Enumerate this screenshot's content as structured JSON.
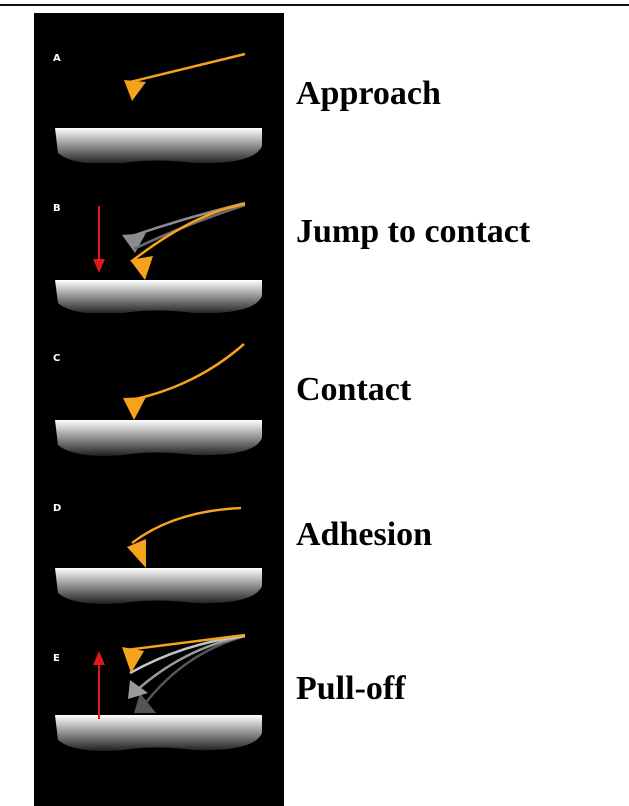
{
  "colors": {
    "background": "#ffffff",
    "panel_strip": "#000000",
    "cantilever": "#f5a21c",
    "ghost_cantilever": "#8c8c8c",
    "arrow": "#e01818",
    "surface_top": "#ffffff",
    "surface_bottom": "#2a2a2a"
  },
  "stages": [
    {
      "letter": "A",
      "label": "Approach",
      "arrow": "none"
    },
    {
      "letter": "B",
      "label": "Jump to contact",
      "arrow": "down"
    },
    {
      "letter": "C",
      "label": "Contact",
      "arrow": "none"
    },
    {
      "letter": "D",
      "label": "Adhesion",
      "arrow": "none"
    },
    {
      "letter": "E",
      "label": "Pull-off",
      "arrow": "up"
    }
  ]
}
